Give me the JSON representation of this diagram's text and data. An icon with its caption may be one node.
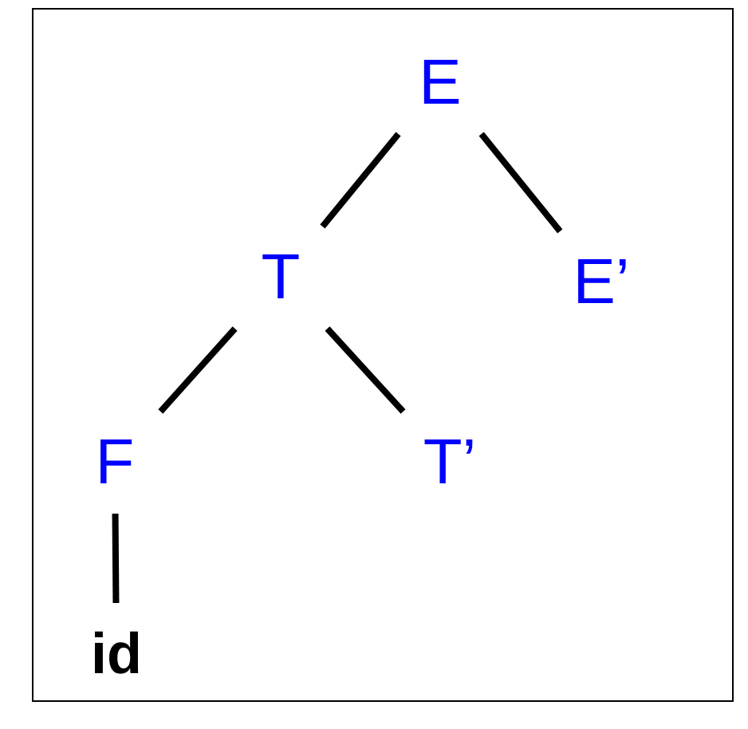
{
  "diagram": {
    "nodes": [
      {
        "text": [
          "E"
        ]
      },
      {
        "text": [
          "T"
        ]
      },
      {
        "text": [
          "E’"
        ]
      },
      {
        "text": [
          "F"
        ]
      },
      {
        "text": [
          "T’"
        ]
      },
      {
        "text": [
          "id"
        ]
      }
    ],
    "edges": [
      {
        "from": 0,
        "to": 1,
        "arrow": "none"
      },
      {
        "from": 0,
        "to": 2,
        "arrow": "none"
      },
      {
        "from": 1,
        "to": 3,
        "arrow": "none"
      },
      {
        "from": 1,
        "to": 4,
        "arrow": "none"
      },
      {
        "from": 3,
        "to": 5,
        "arrow": "none"
      }
    ]
  }
}
